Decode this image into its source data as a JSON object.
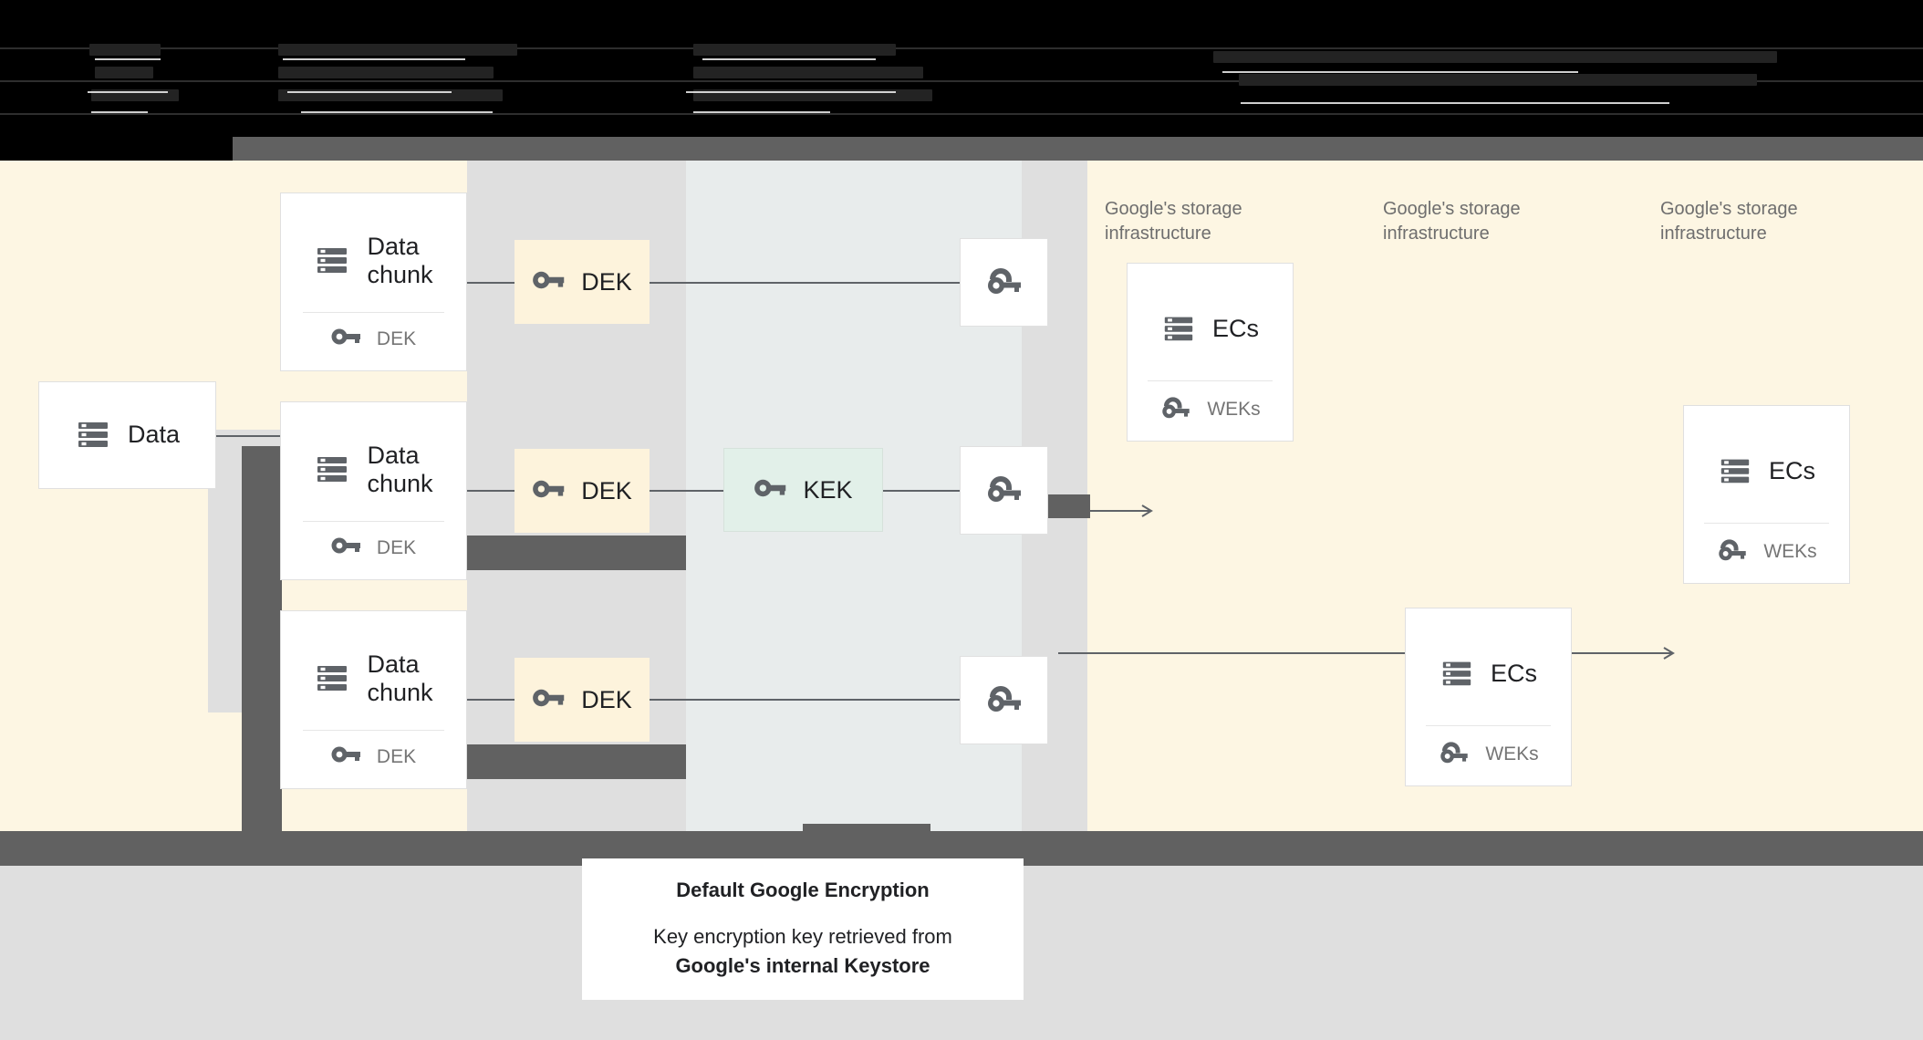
{
  "header": {
    "obscured": true,
    "note": "Top band is a dark, low-contrast / redacted table header region",
    "columns": [
      {
        "lines": [
          "Data is",
          "broken",
          "into",
          "chunks"
        ]
      },
      {
        "lines": [
          "Each chunk is",
          "encrypted with a",
          "data encryption key"
        ]
      },
      {
        "lines": [
          "Each DEK is",
          "wrapped with a",
          "key encryption key"
        ]
      },
      {
        "lines": [
          "Wrapped keys and",
          "encrypted chunks are",
          "distributed across",
          "Google's storage infrastructure"
        ]
      }
    ]
  },
  "diagram": {
    "source": {
      "title": "Data",
      "icon": "database-icon"
    },
    "chunks": [
      {
        "title": "Data\nchunk",
        "key_label": "DEK",
        "icon": "database-icon",
        "key_icon": "key-icon"
      },
      {
        "title": "Data\nchunk",
        "key_label": "DEK",
        "icon": "database-icon",
        "key_icon": "key-icon"
      },
      {
        "title": "Data\nchunk",
        "key_label": "DEK",
        "icon": "database-icon",
        "key_icon": "key-icon"
      }
    ],
    "deks": [
      {
        "label": "DEK",
        "icon": "key-icon"
      },
      {
        "label": "DEK",
        "icon": "key-icon"
      },
      {
        "label": "DEK",
        "icon": "key-icon"
      }
    ],
    "kek": {
      "label": "KEK",
      "icon": "key-icon"
    },
    "weks": [
      {
        "icon": "wrapped-key-icon"
      },
      {
        "icon": "wrapped-key-icon"
      },
      {
        "icon": "wrapped-key-icon"
      }
    ],
    "storage_labels": [
      "Google's storage\ninfrastructure",
      "Google's storage\ninfrastructure",
      "Google's storage\ninfrastructure"
    ],
    "ec_cards": [
      {
        "title": "ECs",
        "key_label": "WEKs",
        "icon": "database-icon",
        "key_icon": "wrapped-key-icon"
      },
      {
        "title": "ECs",
        "key_label": "WEKs",
        "icon": "database-icon",
        "key_icon": "wrapped-key-icon"
      },
      {
        "title": "ECs",
        "key_label": "WEKs",
        "icon": "database-icon",
        "key_icon": "wrapped-key-icon"
      }
    ]
  },
  "caption": {
    "title": "Default Google Encryption",
    "body_line1": "Key encryption key retrieved from",
    "body_line2": "Google's internal Keystore"
  },
  "colors": {
    "cream": "#FDF6E3",
    "mid_band": "#E8ECEC",
    "gray_col": "#DFDFDF",
    "occlusion": "#616161",
    "kek_green": "#E2F0E9",
    "dek_cream": "#FDF3DC",
    "icon_gray": "#5F6368",
    "text_dark": "#202124",
    "text_muted": "#757575"
  }
}
